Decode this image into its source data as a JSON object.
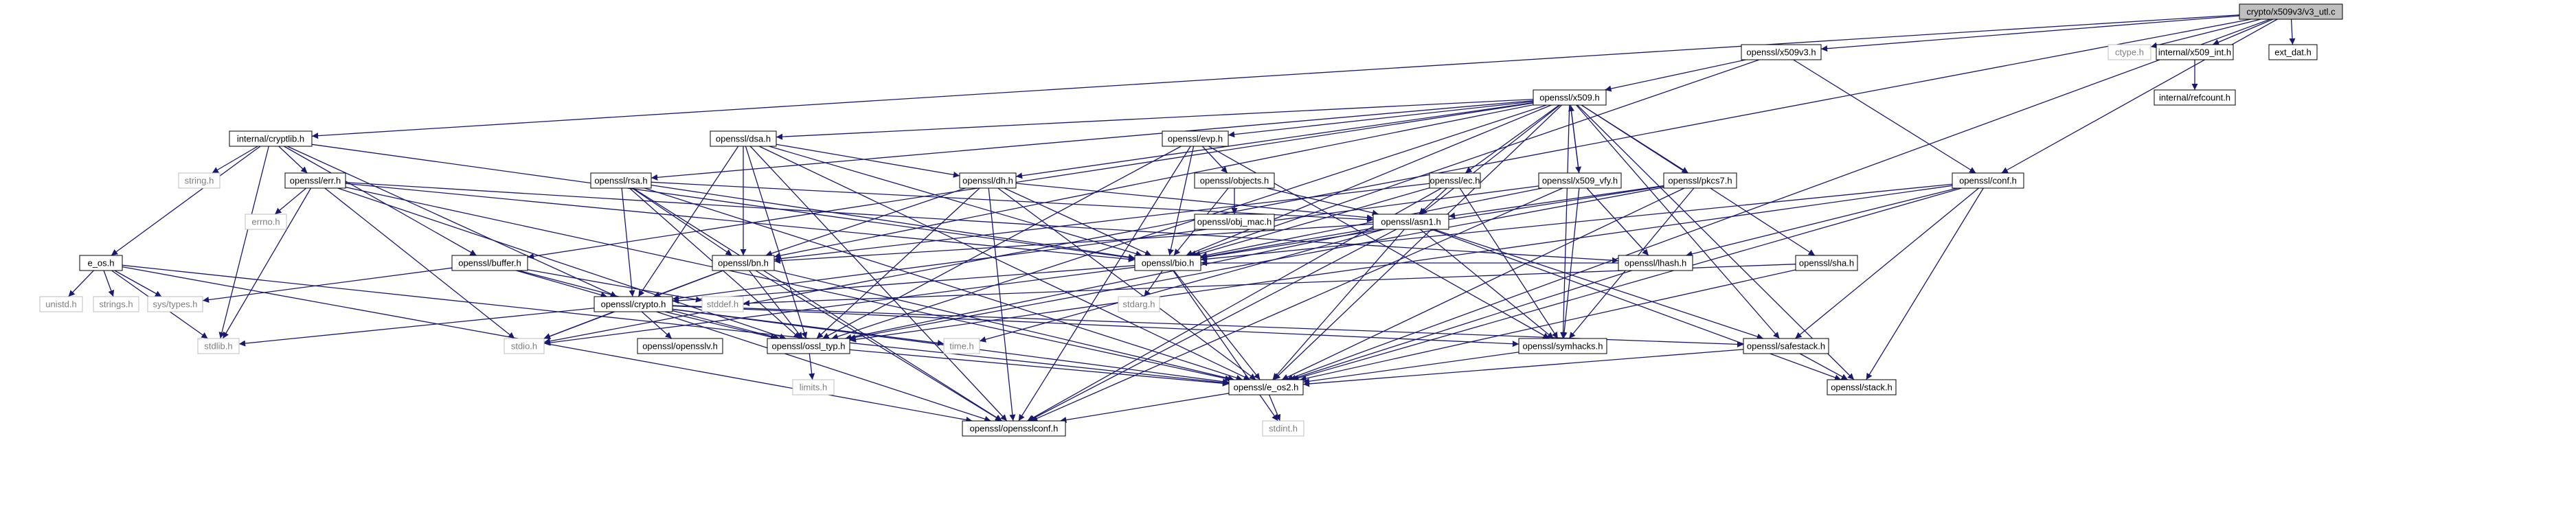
{
  "colors": {
    "edge": "#191970",
    "root_fill": "#bfbfbf",
    "node_border": "#000000",
    "std_border": "#bfbfbf",
    "std_text": "#7f7f7f"
  },
  "nodes": [
    {
      "id": "root",
      "label": "crypto/x509v3/v3_utl.c",
      "kind": "root"
    },
    {
      "id": "x509v3",
      "label": "openssl/x509v3.h",
      "kind": "hdr"
    },
    {
      "id": "ctype",
      "label": "ctype.h",
      "kind": "std"
    },
    {
      "id": "x509int",
      "label": "internal/x509_int.h",
      "kind": "hdr"
    },
    {
      "id": "extdat",
      "label": "ext_dat.h",
      "kind": "hdr"
    },
    {
      "id": "refcount",
      "label": "internal/refcount.h",
      "kind": "hdr"
    },
    {
      "id": "cryptlib",
      "label": "internal/cryptlib.h",
      "kind": "hdr"
    },
    {
      "id": "x509",
      "label": "openssl/x509.h",
      "kind": "hdr"
    },
    {
      "id": "dsa",
      "label": "openssl/dsa.h",
      "kind": "hdr"
    },
    {
      "id": "evp",
      "label": "openssl/evp.h",
      "kind": "hdr"
    },
    {
      "id": "string",
      "label": "string.h",
      "kind": "std"
    },
    {
      "id": "err",
      "label": "openssl/err.h",
      "kind": "hdr"
    },
    {
      "id": "rsa",
      "label": "openssl/rsa.h",
      "kind": "hdr"
    },
    {
      "id": "dh",
      "label": "openssl/dh.h",
      "kind": "hdr"
    },
    {
      "id": "objects",
      "label": "openssl/objects.h",
      "kind": "hdr"
    },
    {
      "id": "ec",
      "label": "openssl/ec.h",
      "kind": "hdr"
    },
    {
      "id": "x509vfy",
      "label": "openssl/x509_vfy.h",
      "kind": "hdr"
    },
    {
      "id": "pkcs7",
      "label": "openssl/pkcs7.h",
      "kind": "hdr"
    },
    {
      "id": "conf",
      "label": "openssl/conf.h",
      "kind": "hdr"
    },
    {
      "id": "errno",
      "label": "errno.h",
      "kind": "std"
    },
    {
      "id": "objmac",
      "label": "openssl/obj_mac.h",
      "kind": "hdr"
    },
    {
      "id": "asn1",
      "label": "openssl/asn1.h",
      "kind": "hdr"
    },
    {
      "id": "lhash",
      "label": "openssl/lhash.h",
      "kind": "hdr"
    },
    {
      "id": "eos",
      "label": "e_os.h",
      "kind": "hdr"
    },
    {
      "id": "bn",
      "label": "openssl/bn.h",
      "kind": "hdr"
    },
    {
      "id": "buffer",
      "label": "openssl/buffer.h",
      "kind": "hdr"
    },
    {
      "id": "bio",
      "label": "openssl/bio.h",
      "kind": "hdr"
    },
    {
      "id": "sha",
      "label": "openssl/sha.h",
      "kind": "hdr"
    },
    {
      "id": "unistd",
      "label": "unistd.h",
      "kind": "std"
    },
    {
      "id": "strings",
      "label": "strings.h",
      "kind": "std"
    },
    {
      "id": "systypes",
      "label": "sys/types.h",
      "kind": "std"
    },
    {
      "id": "crypto",
      "label": "openssl/crypto.h",
      "kind": "hdr"
    },
    {
      "id": "stddef",
      "label": "stddef.h",
      "kind": "std"
    },
    {
      "id": "stdarg",
      "label": "stdarg.h",
      "kind": "std"
    },
    {
      "id": "stdlib",
      "label": "stdlib.h",
      "kind": "std"
    },
    {
      "id": "stdio",
      "label": "stdio.h",
      "kind": "std"
    },
    {
      "id": "opensslv",
      "label": "openssl/opensslv.h",
      "kind": "hdr"
    },
    {
      "id": "ossltyp",
      "label": "openssl/ossl_typ.h",
      "kind": "hdr"
    },
    {
      "id": "time",
      "label": "time.h",
      "kind": "std"
    },
    {
      "id": "symhacks",
      "label": "openssl/symhacks.h",
      "kind": "hdr"
    },
    {
      "id": "safestack",
      "label": "openssl/safestack.h",
      "kind": "hdr"
    },
    {
      "id": "limits",
      "label": "limits.h",
      "kind": "std"
    },
    {
      "id": "eos2",
      "label": "openssl/e_os2.h",
      "kind": "hdr"
    },
    {
      "id": "stack",
      "label": "openssl/stack.h",
      "kind": "hdr"
    },
    {
      "id": "opensslconf",
      "label": "openssl/opensslconf.h",
      "kind": "hdr"
    },
    {
      "id": "stdint",
      "label": "stdint.h",
      "kind": "std"
    }
  ],
  "edges": [
    [
      "root",
      "x509v3"
    ],
    [
      "root",
      "ctype"
    ],
    [
      "root",
      "x509int"
    ],
    [
      "root",
      "extdat"
    ],
    [
      "root",
      "cryptlib"
    ],
    [
      "root",
      "conf"
    ],
    [
      "root",
      "stdio"
    ],
    [
      "root",
      "eos2"
    ],
    [
      "x509int",
      "refcount"
    ],
    [
      "x509v3",
      "x509"
    ],
    [
      "x509v3",
      "bio"
    ],
    [
      "x509v3",
      "conf"
    ],
    [
      "cryptlib",
      "string"
    ],
    [
      "cryptlib",
      "err"
    ],
    [
      "cryptlib",
      "eos"
    ],
    [
      "cryptlib",
      "buffer"
    ],
    [
      "cryptlib",
      "bio"
    ],
    [
      "cryptlib",
      "crypto"
    ],
    [
      "cryptlib",
      "stdlib"
    ],
    [
      "x509",
      "dsa"
    ],
    [
      "x509",
      "evp"
    ],
    [
      "x509",
      "rsa"
    ],
    [
      "x509",
      "dh"
    ],
    [
      "x509",
      "ec"
    ],
    [
      "x509",
      "x509vfy"
    ],
    [
      "x509",
      "pkcs7"
    ],
    [
      "x509",
      "sha"
    ],
    [
      "x509",
      "asn1"
    ],
    [
      "x509",
      "bio"
    ],
    [
      "x509",
      "bn"
    ],
    [
      "x509",
      "buffer"
    ],
    [
      "x509",
      "safestack"
    ],
    [
      "x509",
      "symhacks"
    ],
    [
      "x509",
      "ossltyp"
    ],
    [
      "x509",
      "eos2"
    ],
    [
      "x509",
      "stack"
    ],
    [
      "dsa",
      "dh"
    ],
    [
      "dsa",
      "bio"
    ],
    [
      "dsa",
      "bn"
    ],
    [
      "dsa",
      "crypto"
    ],
    [
      "dsa",
      "ossltyp"
    ],
    [
      "dsa",
      "opensslconf"
    ],
    [
      "dsa",
      "eos2"
    ],
    [
      "evp",
      "objects"
    ],
    [
      "evp",
      "bio"
    ],
    [
      "evp",
      "symhacks"
    ],
    [
      "evp",
      "ossltyp"
    ],
    [
      "evp",
      "opensslconf"
    ],
    [
      "objects",
      "objmac"
    ],
    [
      "objects",
      "asn1"
    ],
    [
      "objects",
      "bio"
    ],
    [
      "err",
      "errno"
    ],
    [
      "err",
      "stdio"
    ],
    [
      "err",
      "stdlib"
    ],
    [
      "err",
      "ossltyp"
    ],
    [
      "err",
      "eos2"
    ],
    [
      "err",
      "lhash"
    ],
    [
      "err",
      "bio"
    ],
    [
      "rsa",
      "asn1"
    ],
    [
      "rsa",
      "bio"
    ],
    [
      "rsa",
      "bn"
    ],
    [
      "rsa",
      "crypto"
    ],
    [
      "rsa",
      "ossltyp"
    ],
    [
      "rsa",
      "opensslconf"
    ],
    [
      "rsa",
      "eos2"
    ],
    [
      "dh",
      "asn1"
    ],
    [
      "dh",
      "bio"
    ],
    [
      "dh",
      "bn"
    ],
    [
      "dh",
      "ossltyp"
    ],
    [
      "dh",
      "opensslconf"
    ],
    [
      "dh",
      "eos2"
    ],
    [
      "ec",
      "asn1"
    ],
    [
      "ec",
      "bio"
    ],
    [
      "ec",
      "bn"
    ],
    [
      "ec",
      "symhacks"
    ],
    [
      "ec",
      "opensslconf"
    ],
    [
      "x509vfy",
      "x509"
    ],
    [
      "x509vfy",
      "lhash"
    ],
    [
      "x509vfy",
      "bio"
    ],
    [
      "x509vfy",
      "crypto"
    ],
    [
      "x509vfy",
      "symhacks"
    ],
    [
      "x509vfy",
      "opensslconf"
    ],
    [
      "pkcs7",
      "asn1"
    ],
    [
      "pkcs7",
      "bio"
    ],
    [
      "pkcs7",
      "symhacks"
    ],
    [
      "pkcs7",
      "ossltyp"
    ],
    [
      "pkcs7",
      "eos2"
    ],
    [
      "conf",
      "bio"
    ],
    [
      "conf",
      "lhash"
    ],
    [
      "conf",
      "safestack"
    ],
    [
      "conf",
      "stack"
    ],
    [
      "conf",
      "ossltyp"
    ],
    [
      "conf",
      "eos2"
    ],
    [
      "asn1",
      "time"
    ],
    [
      "asn1",
      "eos2"
    ],
    [
      "asn1",
      "opensslconf"
    ],
    [
      "asn1",
      "bio"
    ],
    [
      "asn1",
      "safestack"
    ],
    [
      "asn1",
      "stack"
    ],
    [
      "asn1",
      "symhacks"
    ],
    [
      "asn1",
      "ossltyp"
    ],
    [
      "asn1",
      "bn"
    ],
    [
      "lhash",
      "eos2"
    ],
    [
      "lhash",
      "bio"
    ],
    [
      "eos",
      "unistd"
    ],
    [
      "eos",
      "strings"
    ],
    [
      "eos",
      "systypes"
    ],
    [
      "eos",
      "stdlib"
    ],
    [
      "eos",
      "eos2"
    ],
    [
      "eos",
      "opensslconf"
    ],
    [
      "bn",
      "eos2"
    ],
    [
      "bn",
      "stdio"
    ],
    [
      "bn",
      "opensslconf"
    ],
    [
      "bn",
      "ossltyp"
    ],
    [
      "bn",
      "crypto"
    ],
    [
      "buffer",
      "systypes"
    ],
    [
      "buffer",
      "stddef"
    ],
    [
      "buffer",
      "crypto"
    ],
    [
      "buffer",
      "ossltyp"
    ],
    [
      "bio",
      "eos2"
    ],
    [
      "bio",
      "stdio"
    ],
    [
      "bio",
      "stdarg"
    ],
    [
      "bio",
      "crypto"
    ],
    [
      "bio",
      "stdint"
    ],
    [
      "sha",
      "eos2"
    ],
    [
      "sha",
      "stddef"
    ],
    [
      "crypto",
      "stdlib"
    ],
    [
      "crypto",
      "stdio"
    ],
    [
      "crypto",
      "opensslv"
    ],
    [
      "crypto",
      "ossltyp"
    ],
    [
      "crypto",
      "time"
    ],
    [
      "crypto",
      "symhacks"
    ],
    [
      "crypto",
      "safestack"
    ],
    [
      "crypto",
      "eos2"
    ],
    [
      "crypto",
      "opensslconf"
    ],
    [
      "ossltyp",
      "limits"
    ],
    [
      "ossltyp",
      "eos2"
    ],
    [
      "symhacks",
      "eos2"
    ],
    [
      "safestack",
      "stack"
    ],
    [
      "safestack",
      "eos2"
    ],
    [
      "eos2",
      "opensslconf"
    ],
    [
      "eos2",
      "stdint"
    ]
  ]
}
